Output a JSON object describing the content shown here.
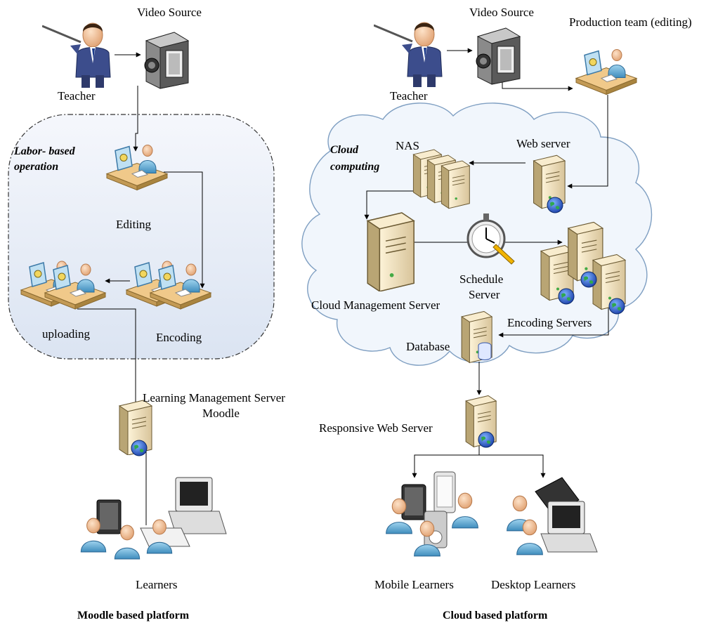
{
  "left": {
    "teacher": "Teacher",
    "video_source": "Video Source",
    "zone_title_line1": "Labor- based",
    "zone_title_line2": "operation",
    "editing": "Editing",
    "encoding": "Encoding",
    "uploading": "uploading",
    "lms_line1": "Learning Management Server",
    "lms_line2": "Moodle",
    "learners": "Learners",
    "caption": "Moodle based platform"
  },
  "right": {
    "teacher": "Teacher",
    "video_source": "Video Source",
    "production": "Production team (editing)",
    "cloud_line1": "Cloud",
    "cloud_line2": "computing",
    "nas": "NAS",
    "web_server": "Web server",
    "schedule_line1": "Schedule",
    "schedule_line2": "Server",
    "cloud_mgmt": "Cloud Management Server",
    "encoding_servers": "Encoding Servers",
    "database": "Database",
    "responsive": "Responsive Web Server",
    "mobile": "Mobile Learners",
    "desktop": "Desktop Learners",
    "caption": "Cloud based platform"
  }
}
